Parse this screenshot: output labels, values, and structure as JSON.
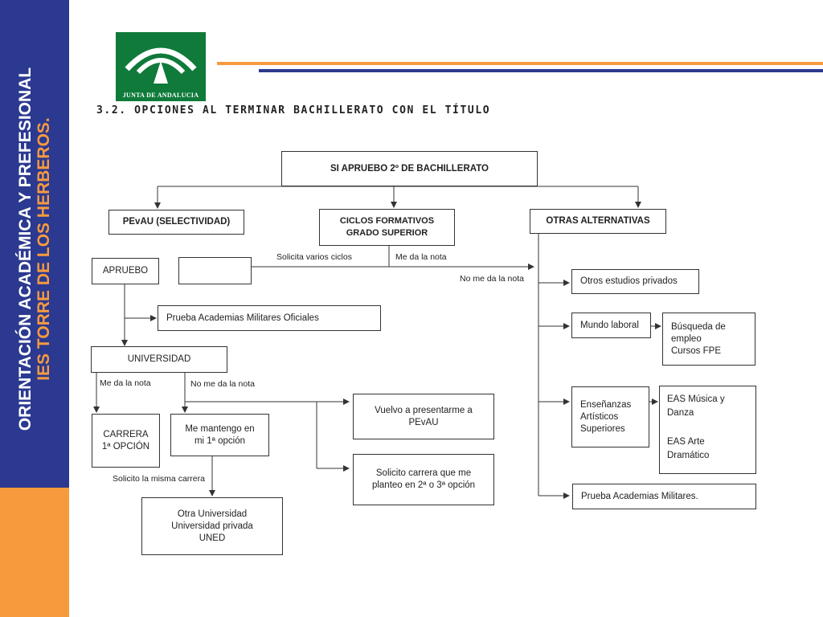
{
  "sidebar": {
    "line1": "ORIENTACIÓN ACADÉMICA Y PREFESIONAL",
    "line2": "IES TORRE DE LOS HERBEROS."
  },
  "logo": {
    "text": "JUNTA DE ANDALUCIA"
  },
  "heading": "3.2. OPCIONES AL TERMINAR BACHILLERATO CON EL TÍTULO",
  "diagram": {
    "root": "SI APRUEBO 2º DE BACHILLERATO",
    "pevau": "PEvAU (SELECTIVIDAD)",
    "ciclos_l1": "CICLOS FORMATIVOS",
    "ciclos_l2": "GRADO SUPERIOR",
    "otras": "OTRAS ALTERNATIVAS",
    "apruebo": "APRUEBO",
    "prueba_militares_oficiales": "Prueba Academias Militares Oficiales",
    "universidad": "UNIVERSIDAD",
    "carrera_l1": "CARRERA",
    "carrera_l2": "1ª OPCIÓN",
    "mantengo_l1": "Me mantengo en",
    "mantengo_l2": "mi 1ª opción",
    "otra_uni_l1": "Otra Universidad",
    "otra_uni_l2": "Universidad privada",
    "otra_uni_l3": "UNED",
    "vuelvo_l1": "Vuelvo a presentarme a",
    "vuelvo_l2": "PEvAU",
    "solicito_l1": "Solicito carrera que me",
    "solicito_l2": "planteo en 2ª o 3ª opción",
    "otros_estudios": "Otros estudios privados",
    "mundo_laboral": "Mundo laboral",
    "busqueda_l1": "Búsqueda de",
    "busqueda_l2": "empleo",
    "busqueda_l3": "Cursos FPE",
    "ensenanzas_l1": "Enseñanzas",
    "ensenanzas_l2": "Artísticos",
    "ensenanzas_l3": "Superiores",
    "eas_l1": "EAS Música y",
    "eas_l2": "Danza",
    "eas_l3": "EAS Arte",
    "eas_l4": "Dramático",
    "prueba_militares": "Prueba Academias Militares."
  },
  "labels": {
    "solicita_ciclos": "Solicita varios ciclos",
    "me_da_nota_top": "Me da la nota",
    "no_me_da_nota_top": "No me da la nota",
    "me_da_nota": "Me da la nota",
    "no_me_da_nota": "No me da la nota",
    "solicito_misma": "Solicito la misma carrera"
  }
}
